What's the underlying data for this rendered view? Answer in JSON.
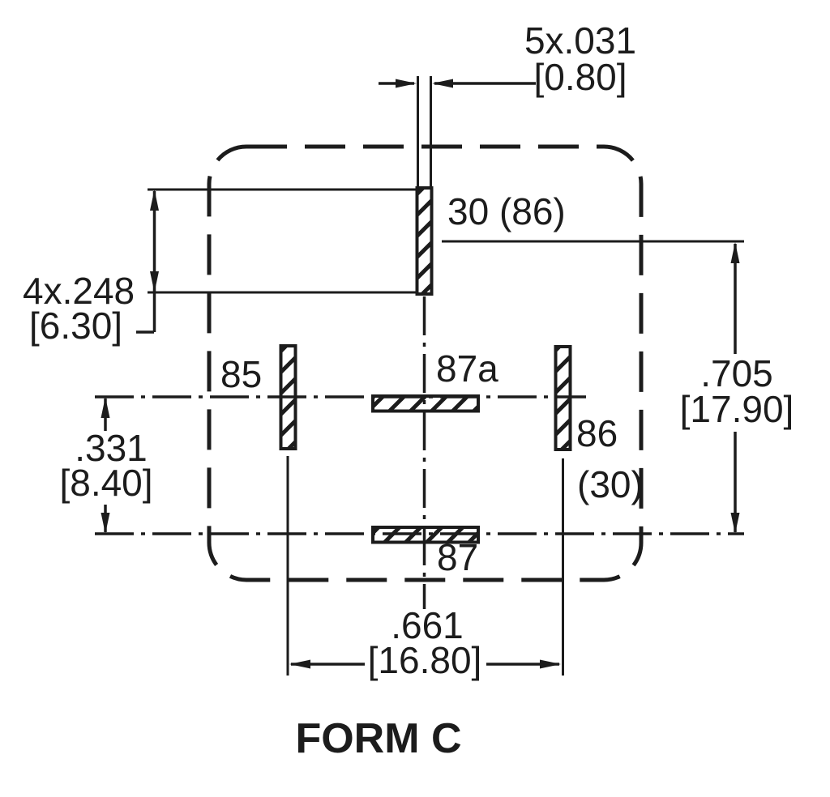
{
  "diagram": {
    "title": "FORM C",
    "pin_labels": {
      "pin30": "30 (86)",
      "pin85": "85",
      "pin87a": "87a",
      "pin86": "86",
      "pin86_secondary": "(30)",
      "pin87": "87"
    },
    "dimensions": {
      "terminal_thickness": {
        "inch": "5x.031",
        "mm": "[0.80]"
      },
      "terminal_width": {
        "inch": "4x.248",
        "mm": "[6.30]"
      },
      "row_offset": {
        "inch": ".331",
        "mm": "[8.40]"
      },
      "vertical_pitch": {
        "inch": ".705",
        "mm": "[17.90]"
      },
      "horizontal_pitch": {
        "inch": ".661",
        "mm": "[16.80]"
      }
    },
    "colors": {
      "ink": "#1c1c1c",
      "paper": "#ffffff"
    }
  }
}
